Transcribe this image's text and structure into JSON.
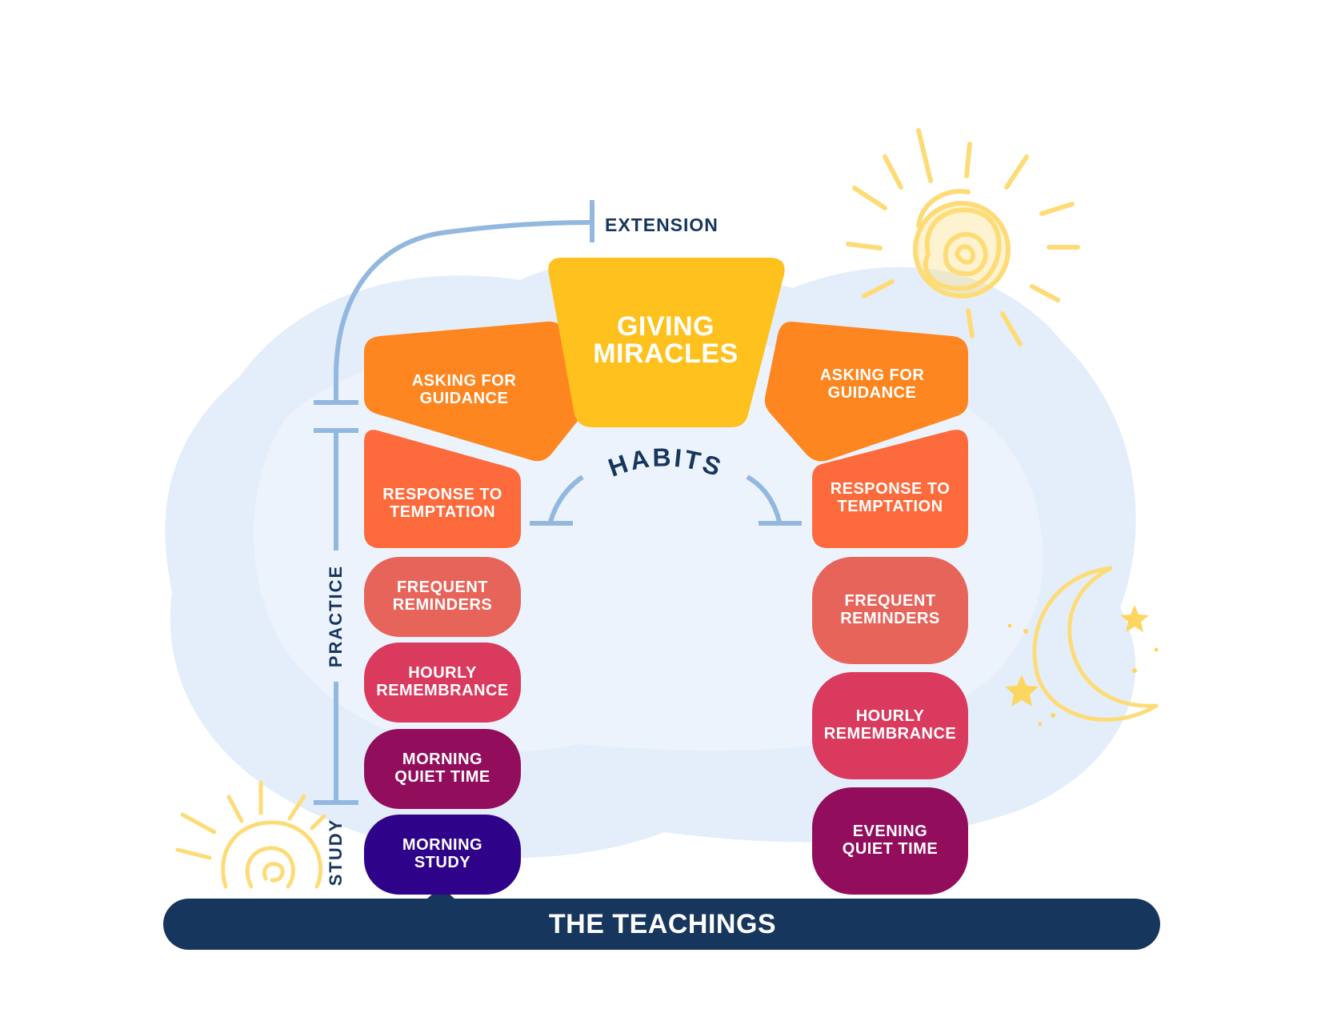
{
  "labels": {
    "extension": "EXTENSION",
    "habits": "HABITS",
    "practice": "PRACTICE",
    "study": "STUDY"
  },
  "base": {
    "label": "THE TEACHINGS",
    "color": "#17365d"
  },
  "keystone": {
    "label": "GIVING\nMIRACLES",
    "color": "#fec11e"
  },
  "left_pillar": [
    {
      "label": "ASKING FOR\nGUIDANCE",
      "color": "#fd8620"
    },
    {
      "label": "RESPONSE TO\nTEMPTATION",
      "color": "#fd6a3c"
    },
    {
      "label": "FREQUENT\nREMINDERS",
      "color": "#e6645a"
    },
    {
      "label": "HOURLY\nREMEMBRANCE",
      "color": "#d93a5e"
    },
    {
      "label": "MORNING\nQUIET TIME",
      "color": "#920d5c"
    },
    {
      "label": "MORNING\nSTUDY",
      "color": "#2e0289"
    }
  ],
  "right_pillar": [
    {
      "label": "ASKING FOR\nGUIDANCE",
      "color": "#fd8620"
    },
    {
      "label": "RESPONSE TO\nTEMPTATION",
      "color": "#fd6a3c"
    },
    {
      "label": "FREQUENT\nREMINDERS",
      "color": "#e6645a"
    },
    {
      "label": "HOURLY\nREMEMBRANCE",
      "color": "#d93a5e"
    },
    {
      "label": "EVENING\nQUIET TIME",
      "color": "#920d5c"
    }
  ],
  "colors": {
    "bracket": "#93b8e0",
    "wash": "#e4eefa",
    "sun": "#fddc78",
    "moon": "#fddc78",
    "star": "#fdd660"
  }
}
